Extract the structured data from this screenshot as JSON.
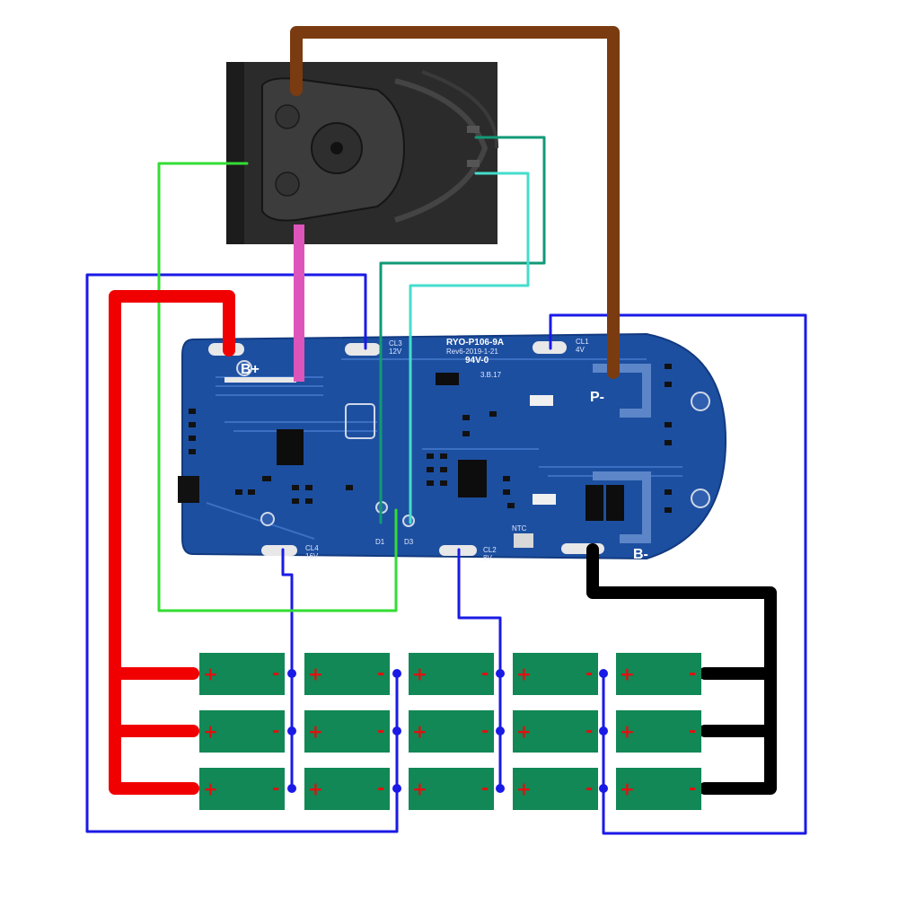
{
  "pcb": {
    "model": "RYO-P106-9A",
    "rev": "Rev6-2019-1-21",
    "rating": "94V-0",
    "code": "3.B.17",
    "b_plus": "B+",
    "p_minus": "P-",
    "b_minus": "B-",
    "cl1": "CL1",
    "cl1_v": "4V",
    "cl2": "CL2",
    "cl2_v": "8V",
    "cl3": "CL3",
    "cl3_v": "12V",
    "cl4": "CL4",
    "cl4_v": "16V",
    "d_left": "D1",
    "d_right": "D3",
    "ntc": "NTC"
  },
  "cells": {
    "plus_sign": "+",
    "minus_sign": "-"
  },
  "colors": {
    "board": "#1d4fa0",
    "wire_blue": "#1a1ae6",
    "wire_red": "#f00000",
    "wire_black": "#000000",
    "wire_brown": "#7a3b10",
    "wire_pink": "#dd55bb",
    "wire_green": "#33dd33",
    "wire_teal": "#119977",
    "wire_cyan": "#44ddcc",
    "cell": "#118855",
    "connector_housing": "#2a2a2a"
  }
}
